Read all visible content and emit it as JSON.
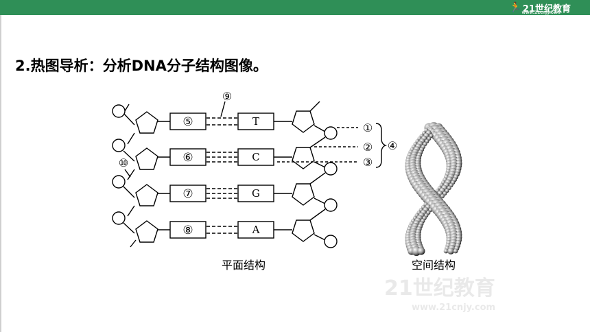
{
  "header": {
    "logo_brand": "21世纪教育",
    "logo_sub": "www.21cnjy.com"
  },
  "slide": {
    "heading": "2.热图导析：分析DNA分子结构图像。"
  },
  "diagram": {
    "left_boxes": [
      "⑤",
      "⑥",
      "⑦",
      "⑧"
    ],
    "right_bases": [
      "T",
      "C",
      "G",
      "A"
    ],
    "bond_label": "⑨",
    "backbone_label": "⑩",
    "callouts": [
      "①",
      "②",
      "③"
    ],
    "group_label": "④",
    "caption_planar": "平面结构",
    "caption_spatial": "空间结构"
  },
  "watermark": {
    "brand": "21世纪教育",
    "url": "www.21cnjy.com"
  },
  "colors": {
    "header_green": "#2f8f57",
    "line": "#000000"
  }
}
